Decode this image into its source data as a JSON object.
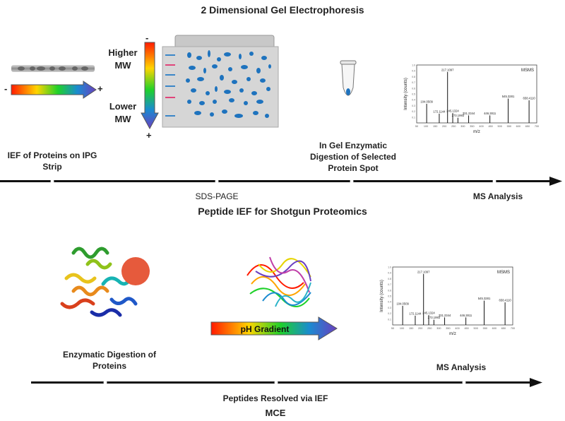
{
  "top": {
    "title": "2 Dimensional Gel Electrophoresis",
    "strip": {
      "minus": "-",
      "plus": "+"
    },
    "gel_axis": {
      "minus": "-",
      "plus": "+",
      "higher_mw": "Higher\nMW",
      "lower_mw": "Lower\nMW"
    },
    "steps": [
      {
        "label": "IEF of Proteins on IPG\nStrip"
      },
      {
        "label": "SDS-PAGE"
      },
      {
        "label": "In Gel Enzymatic\nDigestion of Selected\nProtein Spot"
      },
      {
        "label": "MS Analysis"
      }
    ]
  },
  "bottom": {
    "title": "Peptide IEF for Shotgun Proteomics",
    "ph_gradient": "pH Gradient",
    "steps": [
      {
        "label": "Enzymatic Digestion of\nProteins"
      },
      {
        "label": "Peptides Resolved via IEF"
      },
      {
        "label": "MS Analysis"
      }
    ],
    "footer": "MCE"
  },
  "spectrum": {
    "tag": "MSMS",
    "ylabel": "Intensity (counts)",
    "xlabel": "m/z",
    "yticks": [
      "1.0",
      "0.9",
      "0.8",
      "0.7",
      "0.6",
      "0.5",
      "0.4",
      "0.3",
      "0.2",
      "0.1"
    ],
    "xticks": [
      "50",
      "100",
      "150",
      "200",
      "250",
      "300",
      "350",
      "400",
      "450",
      "500",
      "550",
      "600",
      "650",
      "700"
    ],
    "peaks": [
      {
        "mz": 104.0509,
        "rel": 0.33,
        "label": "104.0509"
      },
      {
        "mz": 172.1144,
        "rel": 0.16,
        "label": "172.1144"
      },
      {
        "mz": 217.1097,
        "rel": 0.88,
        "label": "217.1097"
      },
      {
        "mz": 245.1324,
        "rel": 0.17,
        "label": "245.1324"
      },
      {
        "mz": 273.1993,
        "rel": 0.09,
        "label": "273.1993"
      },
      {
        "mz": 331.2344,
        "rel": 0.13,
        "label": "331.2344"
      },
      {
        "mz": 446.2811,
        "rel": 0.13,
        "label": "446.2811"
      },
      {
        "mz": 545.3281,
        "rel": 0.42,
        "label": "545.3281"
      },
      {
        "mz": 658.411,
        "rel": 0.39,
        "label": "658.4110"
      }
    ]
  },
  "colors": {
    "rainbow": [
      "#ff1a00",
      "#ffd400",
      "#1fd12a",
      "#1a8bd0",
      "#6a3fc0"
    ],
    "gel_spot": "#1e73be",
    "gel_body": "#d6d6d6",
    "arrow": "#111111",
    "marker_blue": "#3a86c8",
    "marker_pink": "#e0457a"
  }
}
